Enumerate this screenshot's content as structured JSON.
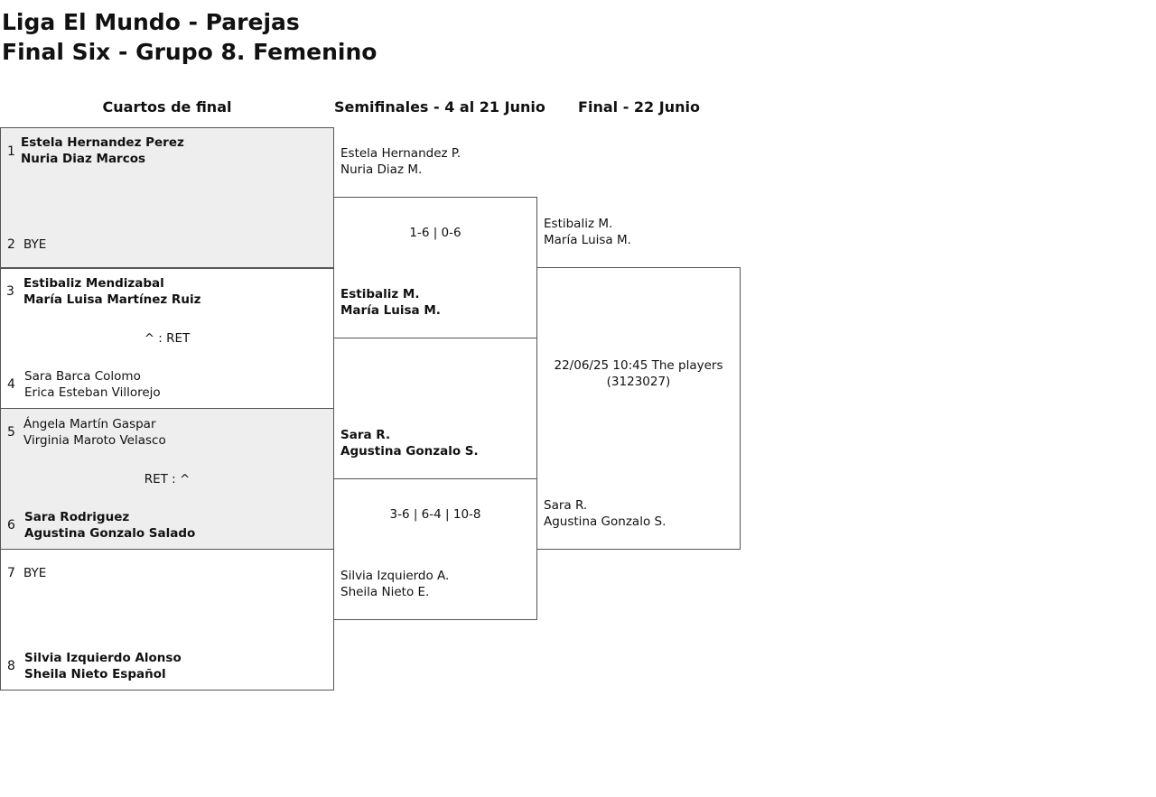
{
  "header": {
    "title_line1": "Liga El Mundo - Parejas",
    "title_line2": "Final Six - Grupo 8. Femenino"
  },
  "columns": {
    "quarterfinals": "Cuartos de final",
    "semifinals": "Semifinales - 4 al 21 Junio",
    "final": "Final - 22 Junio"
  },
  "quarterfinals": {
    "slot1": {
      "seed": "1",
      "player1": "Estela Hernandez Perez",
      "player2": "Nuria Diaz Marcos"
    },
    "slot2": {
      "seed": "2",
      "player1": "BYE"
    },
    "slot3": {
      "seed": "3",
      "player1": "Estibaliz Mendizabal",
      "player2": "María Luisa Martínez Ruiz"
    },
    "slot4": {
      "seed": "4",
      "player1": "Sara Barca Colomo",
      "player2": "Erica Esteban Villorejo"
    },
    "slot5": {
      "seed": "5",
      "player1": "Ángela Martín Gaspar",
      "player2": "Virginia Maroto Velasco"
    },
    "slot6": {
      "seed": "6",
      "player1": "Sara Rodriguez",
      "player2": "Agustina Gonzalo Salado"
    },
    "slot7": {
      "seed": "7",
      "player1": "BYE"
    },
    "slot8": {
      "seed": "8",
      "player1": "Silvia Izquierdo Alonso",
      "player2": "Sheila Nieto Español"
    },
    "match2_result": "^ : RET",
    "match3_result": "RET : ^"
  },
  "semifinals": {
    "entry1": {
      "player1": "Estela Hernandez P.",
      "player2": "Nuria Diaz M."
    },
    "entry2": {
      "player1": "Estibaliz M.",
      "player2": "María Luisa M."
    },
    "entry3": {
      "player1": "Sara R.",
      "player2": "Agustina Gonzalo S."
    },
    "entry4": {
      "player1": "Silvia Izquierdo A.",
      "player2": "Sheila Nieto E."
    },
    "match1_score": "1-6 | 0-6",
    "match2_score": "3-6 | 6-4 | 10-8"
  },
  "final": {
    "entry1": {
      "player1": "Estibaliz M.",
      "player2": "María Luisa M."
    },
    "entry2": {
      "player1": "Sara R.",
      "player2": "Agustina Gonzalo S."
    },
    "schedule": "22/06/25 10:45 The players (3123027)"
  },
  "colors": {
    "shaded_box": "#eeeeee",
    "border": "#555555"
  }
}
